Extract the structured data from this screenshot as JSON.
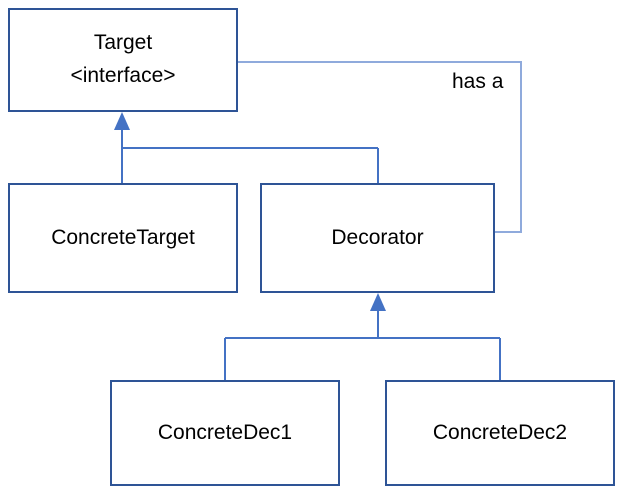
{
  "diagram": {
    "nodes": {
      "target": {
        "label": "Target",
        "stereotype": "<interface>"
      },
      "concrete_target": {
        "label": "ConcreteTarget"
      },
      "decorator": {
        "label": "Decorator"
      },
      "concrete_dec1": {
        "label": "ConcreteDec1"
      },
      "concrete_dec2": {
        "label": "ConcreteDec2"
      }
    },
    "annotations": {
      "has_a": "has a"
    },
    "colors": {
      "box_border": "#2e5496",
      "connector": "#4472c4",
      "arrowhead": "#4472c4",
      "association": "#8faadc",
      "text": "#000000",
      "background": "#ffffff"
    }
  }
}
